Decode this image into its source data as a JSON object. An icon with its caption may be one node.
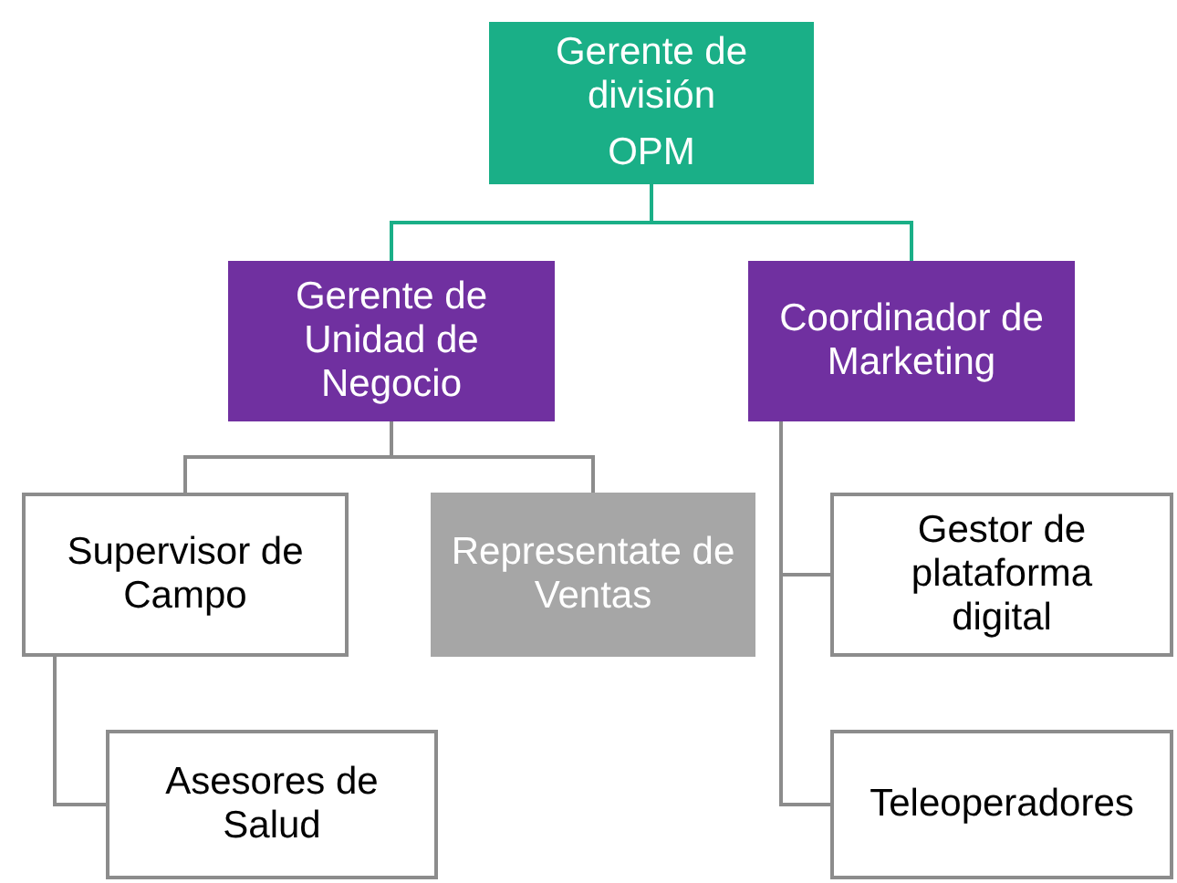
{
  "diagram": {
    "nodes": [
      {
        "text": [
          "Gerente de división",
          "OPM"
        ]
      },
      {
        "text": [
          "Gerente de Unidad de Negocio"
        ]
      },
      {
        "text": [
          "Coordinador de Marketing"
        ]
      },
      {
        "text": [
          "Supervisor de Campo"
        ]
      },
      {
        "text": [
          "Representate de Ventas"
        ]
      },
      {
        "text": [
          "Asesores de Salud"
        ]
      },
      {
        "text": [
          "Gestor de plataforma digital"
        ]
      },
      {
        "text": [
          "Teleoperadores"
        ]
      }
    ],
    "edges": [
      {
        "from": 0,
        "to": 1,
        "arrow": "none",
        "color": "#1aaf87"
      },
      {
        "from": 0,
        "to": 2,
        "arrow": "none",
        "color": "#1aaf87"
      },
      {
        "from": 1,
        "to": 3,
        "arrow": "none"
      },
      {
        "from": 1,
        "to": 4,
        "arrow": "none"
      },
      {
        "from": 3,
        "to": 5,
        "arrow": "none"
      },
      {
        "from": 2,
        "to": 6,
        "arrow": "none"
      },
      {
        "from": 2,
        "to": 7,
        "arrow": "none"
      }
    ]
  }
}
